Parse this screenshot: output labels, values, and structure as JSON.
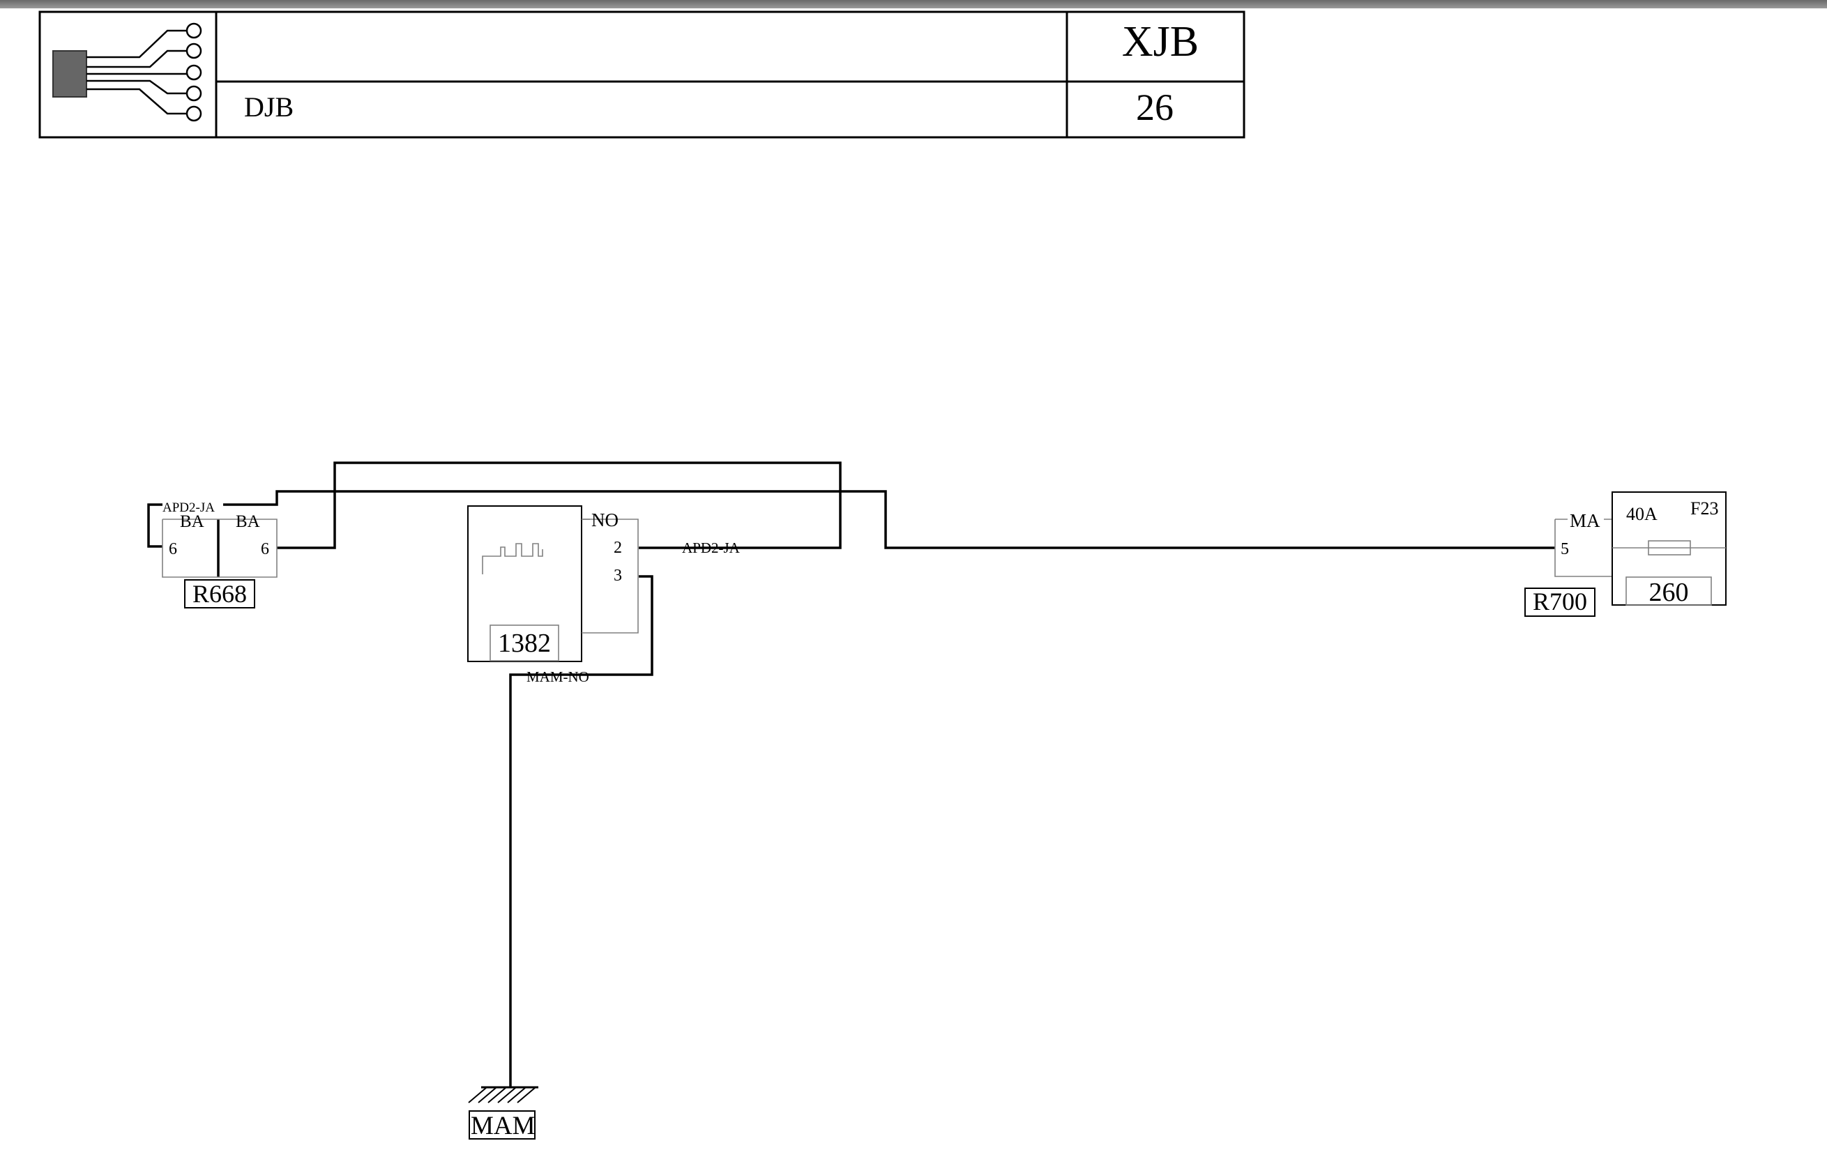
{
  "title_block": {
    "system_code": "DJB",
    "function_code": "XJB",
    "page_number": "26"
  },
  "components": {
    "r668": {
      "ref": "R668",
      "pin_left": "6",
      "pin_right": "6",
      "color_left": "BA",
      "color_right": "BA"
    },
    "relay": {
      "ref": "1382",
      "pin_a": "2",
      "pin_b": "3",
      "color": "NO"
    },
    "r700": {
      "ref": "R700",
      "pin": "5",
      "color": "MA"
    },
    "fuse": {
      "ref": "260",
      "rating": "40A",
      "id": "F23"
    },
    "ground": {
      "ref": "MAM"
    }
  },
  "wires": {
    "w1_label": "APD2-JA",
    "w2_label": "APD2-JA",
    "w3_label": "MAM-NO"
  }
}
